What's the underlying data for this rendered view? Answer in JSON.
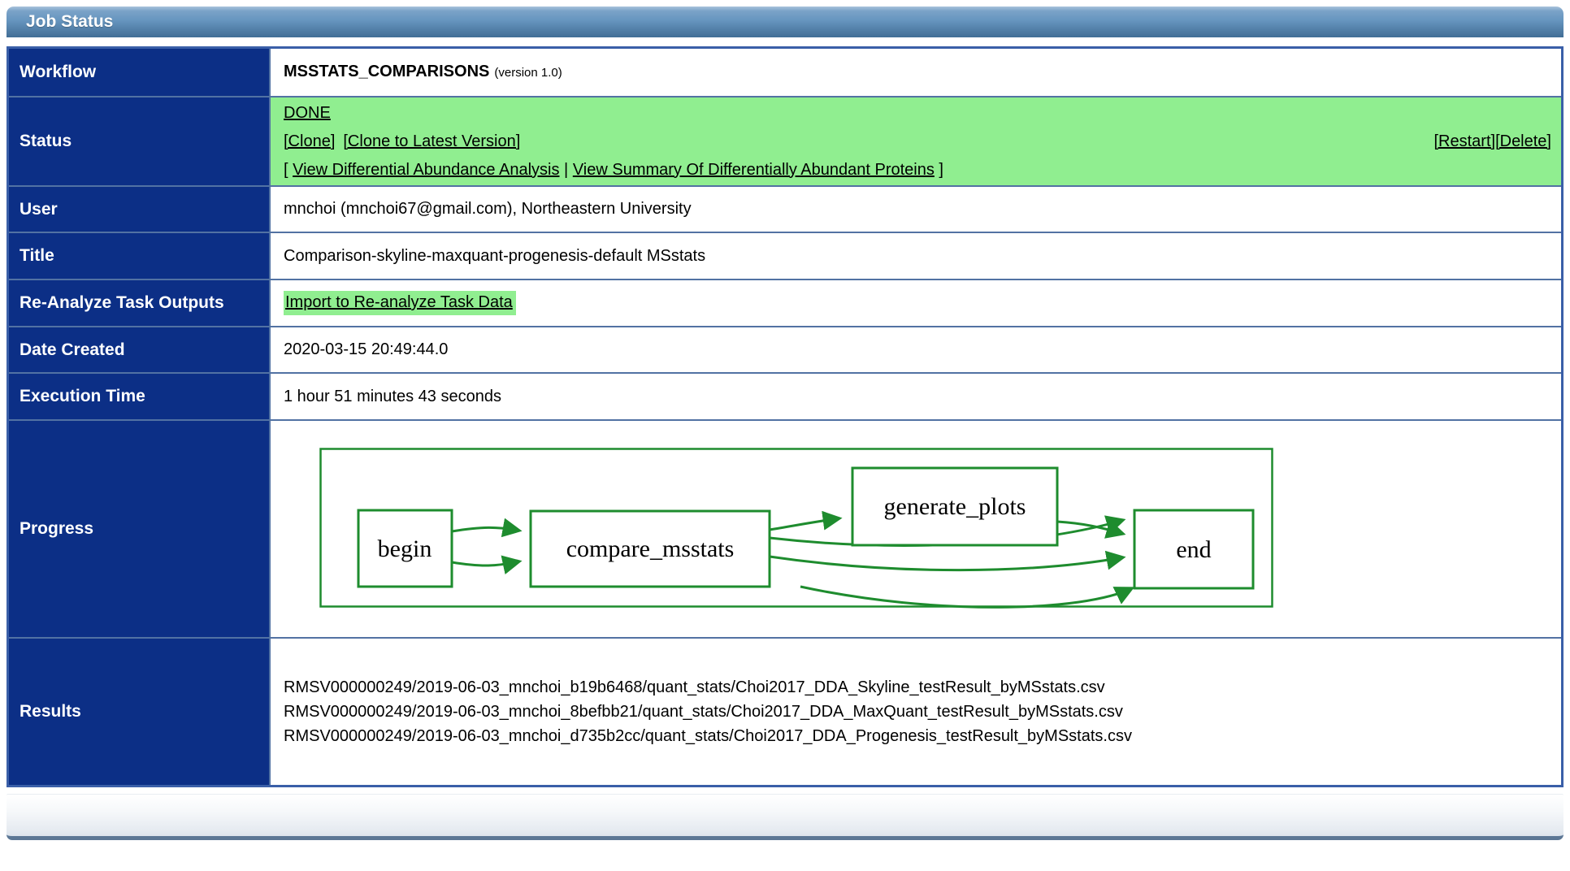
{
  "header": {
    "title": "Job Status"
  },
  "labels": {
    "workflow": "Workflow",
    "status": "Status",
    "user": "User",
    "title": "Title",
    "reanalyze": "Re-Analyze Task Outputs",
    "date_created": "Date Created",
    "execution_time": "Execution Time",
    "progress": "Progress",
    "results": "Results"
  },
  "workflow": {
    "name": "MSSTATS_COMPARISONS",
    "version": "(version 1.0)"
  },
  "status": {
    "state": "DONE",
    "clone": "[Clone]",
    "clone_latest": "[Clone to Latest Version]",
    "restart": "[Restart]",
    "delete": "[Delete]",
    "bracket_open": "[",
    "view_differential": "View Differential Abundance Analysis",
    "separator": "|",
    "view_summary": "View Summary Of Differentially Abundant Proteins",
    "bracket_close": "]"
  },
  "user": "mnchoi (mnchoi67@gmail.com), Northeastern University",
  "title_value": "Comparison-skyline-maxquant-progenesis-default MSstats",
  "reanalyze_link": "Import to Re-analyze Task Data",
  "date_created": "2020-03-15 20:49:44.0",
  "execution_time": "1 hour 51 minutes 43 seconds",
  "diagram": {
    "begin": "begin",
    "compare": "compare_msstats",
    "generate": "generate_plots",
    "end": "end"
  },
  "results": [
    "RMSV000000249/2019-06-03_mnchoi_b19b6468/quant_stats/Choi2017_DDA_Skyline_testResult_byMSstats.csv",
    "RMSV000000249/2019-06-03_mnchoi_8befbb21/quant_stats/Choi2017_DDA_MaxQuant_testResult_byMSstats.csv",
    "RMSV000000249/2019-06-03_mnchoi_d735b2cc/quant_stats/Choi2017_DDA_Progenesis_testResult_byMSstats.csv"
  ],
  "colors": {
    "label_navy": "#0c2f86",
    "table_border": "#3a5fa8",
    "row_separator": "#5272a3",
    "status_green": "#90ee90",
    "diagram_green": "#1e8c2e",
    "header_gradient_top": "#a9c3dc",
    "header_gradient_bottom": "#406e96",
    "footer_border": "#5c7795"
  }
}
